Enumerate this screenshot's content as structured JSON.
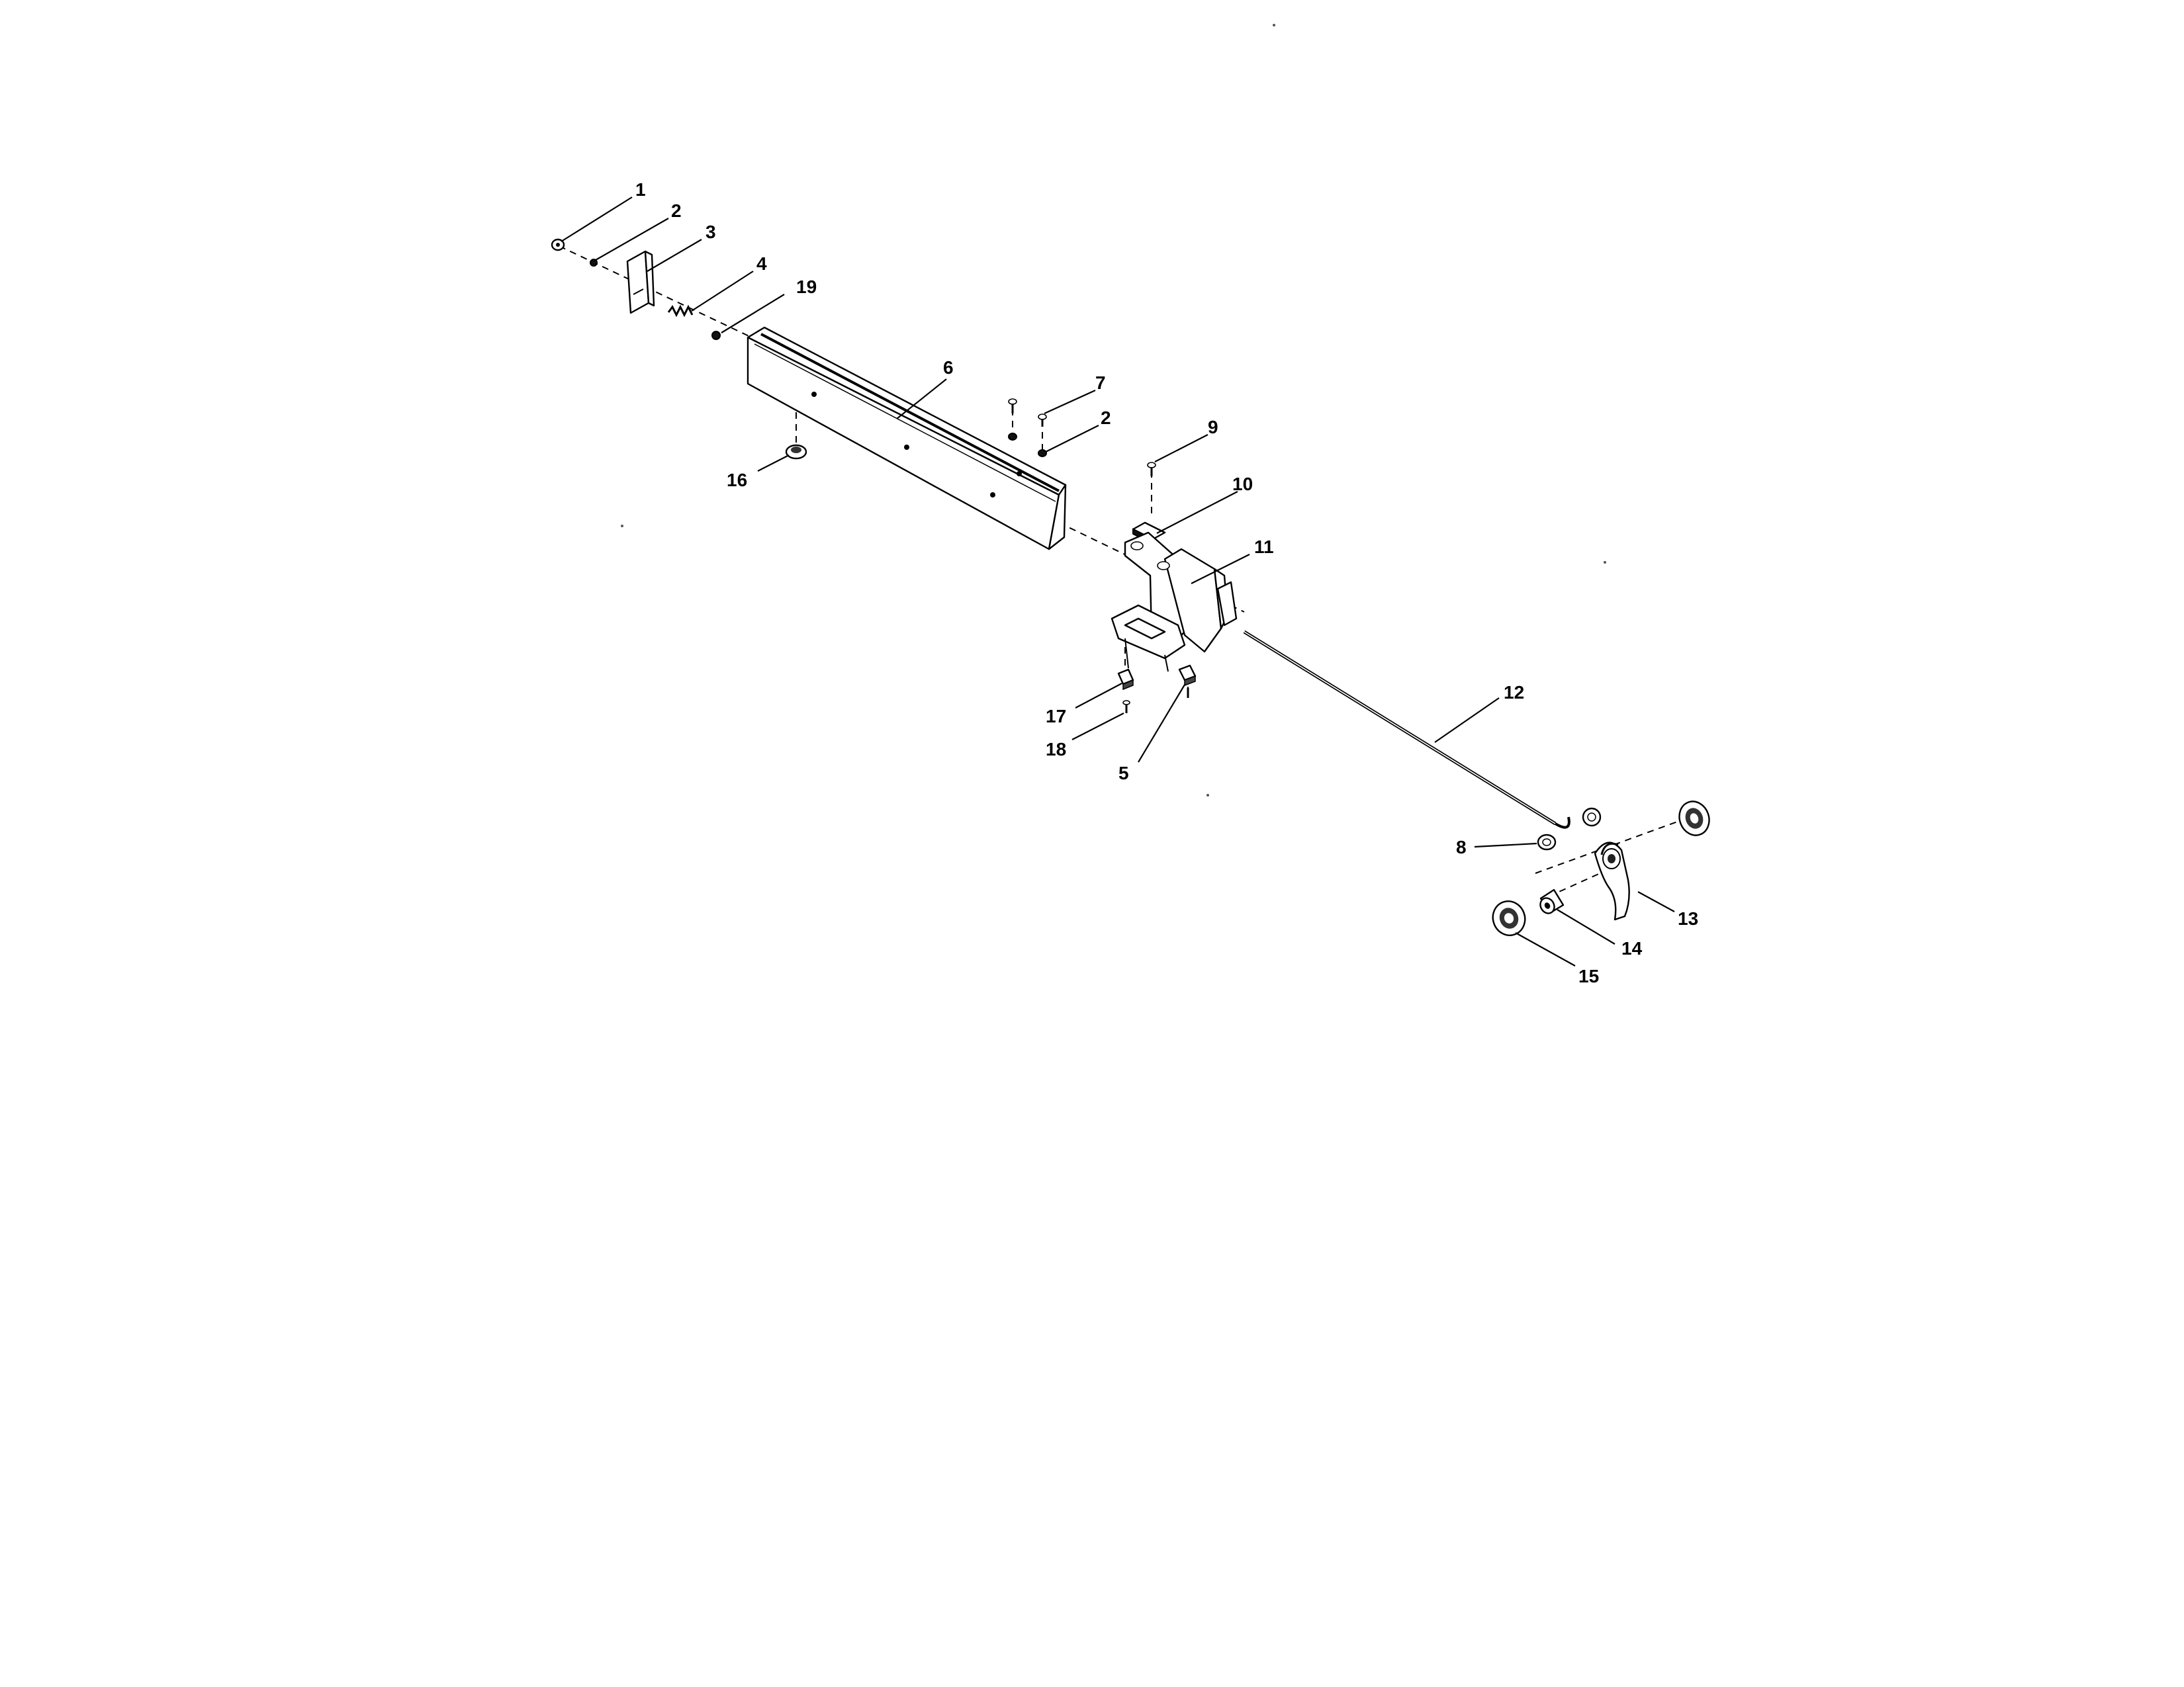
{
  "diagram": {
    "callouts": [
      "1",
      "2",
      "3",
      "4",
      "19",
      "6",
      "7",
      "2",
      "9",
      "10",
      "11",
      "16",
      "17",
      "18",
      "5",
      "12",
      "8",
      "13",
      "14",
      "15"
    ]
  }
}
